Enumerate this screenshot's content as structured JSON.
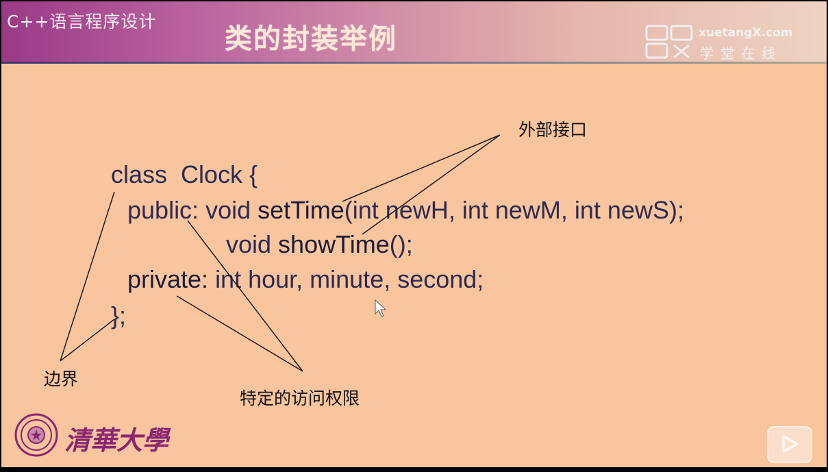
{
  "header": {
    "course_title": "C++语言程序设计",
    "slide_title": "类的封装举例",
    "logo_en": "xuetangX.com",
    "logo_cn": "学堂在线"
  },
  "code": {
    "line1": "class  Clock {",
    "line2_kw": "public: void ",
    "line2_fn": "setTime",
    "line2_rest": "(int newH, int newM, int newS);",
    "line3_kw": "void ",
    "line3_fn": "showTime",
    "line3_rest": "();",
    "line4_kw": "private: ",
    "line4_rest": "int hour, minute, second;",
    "line5": "};"
  },
  "annotations": {
    "external_interface": "外部接口",
    "boundary": "边界",
    "access_rights": "特定的访问权限"
  },
  "footer": {
    "university": "清華大學"
  },
  "icons": {
    "play": "play-icon",
    "seal": "tsinghua-seal-icon",
    "logo": "xuetangx-logo-icon",
    "cursor": "cursor-icon"
  },
  "colors": {
    "slide_bg": "#f8c59e",
    "header_start": "#9a3a86",
    "code_text": "#2b2a52"
  }
}
